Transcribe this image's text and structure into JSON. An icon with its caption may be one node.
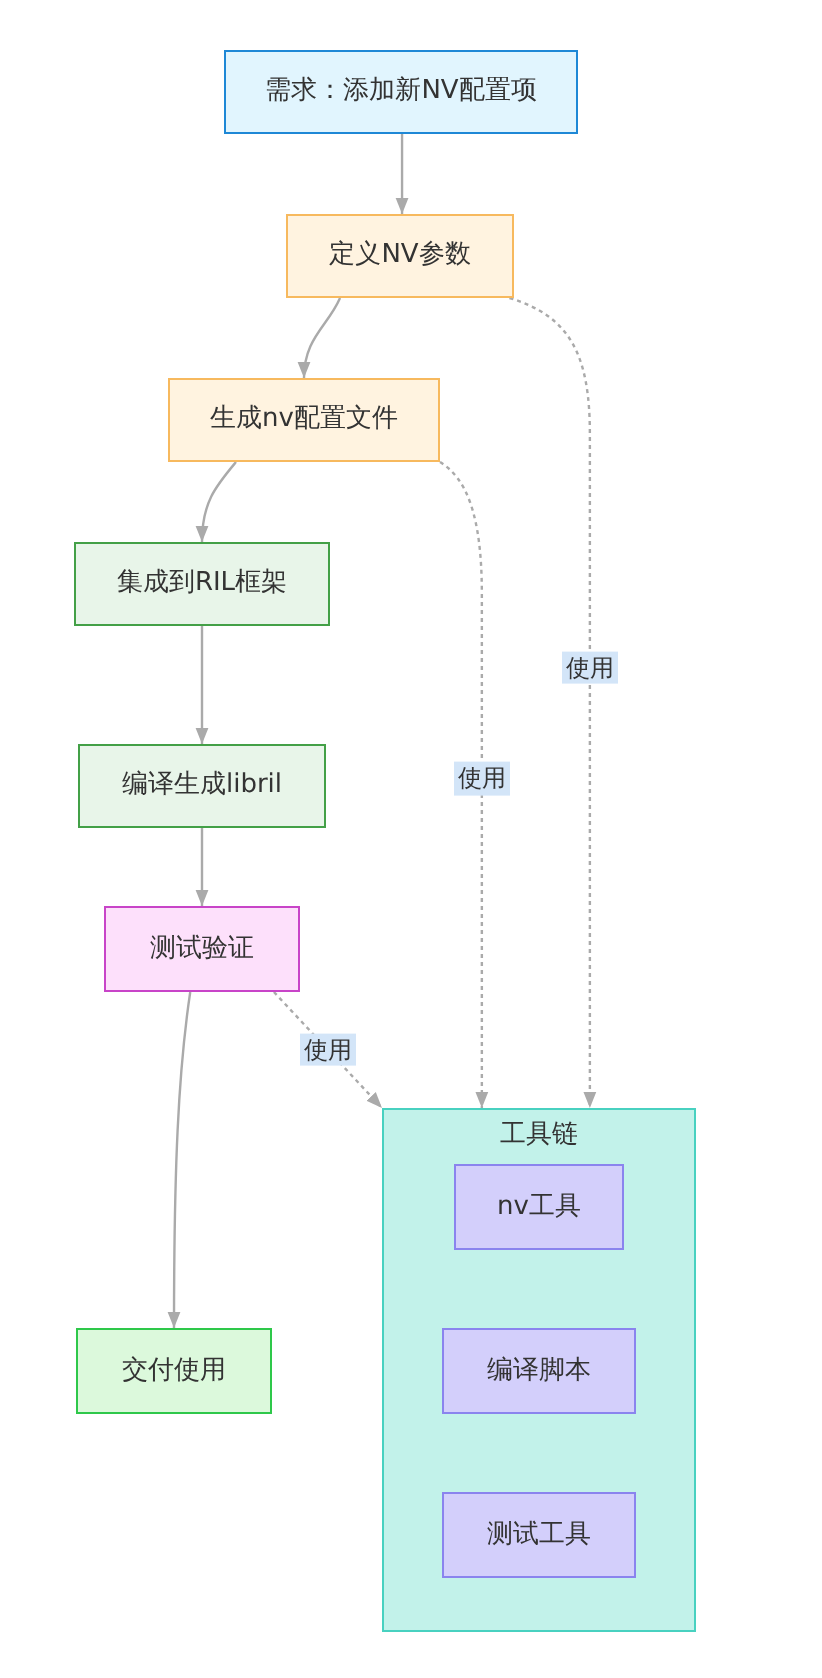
{
  "diagram": {
    "nodes": [
      {
        "text": [
          "需求：添加新NV配置项"
        ]
      },
      {
        "text": [
          "定义NV参数"
        ]
      },
      {
        "text": [
          "生成nv配置文件"
        ]
      },
      {
        "text": [
          "集成到RIL框架"
        ]
      },
      {
        "text": [
          "编译生成libril"
        ]
      },
      {
        "text": [
          "测试验证"
        ]
      },
      {
        "text": [
          "交付使用"
        ]
      },
      {
        "text": [
          "工具链"
        ]
      },
      {
        "text": [
          "nv工具"
        ],
        "in": 7
      },
      {
        "text": [
          "编译脚本"
        ],
        "in": 7
      },
      {
        "text": [
          "测试工具"
        ],
        "in": 7
      }
    ],
    "edges": [
      {
        "from": 0,
        "to": 1,
        "arrow": "to"
      },
      {
        "from": 1,
        "to": 2,
        "arrow": "to"
      },
      {
        "from": 2,
        "to": 3,
        "arrow": "to"
      },
      {
        "from": 3,
        "to": 4,
        "arrow": "to"
      },
      {
        "from": 4,
        "to": 5,
        "arrow": "to"
      },
      {
        "from": 5,
        "to": 6,
        "arrow": "to"
      },
      {
        "from": 1,
        "to": 7,
        "arrow": "to",
        "label": "使用",
        "style": "dashed"
      },
      {
        "from": 2,
        "to": 7,
        "arrow": "to",
        "label": "使用",
        "style": "dashed"
      },
      {
        "from": 5,
        "to": 7,
        "arrow": "to",
        "label": "使用",
        "style": "dashed"
      }
    ]
  }
}
